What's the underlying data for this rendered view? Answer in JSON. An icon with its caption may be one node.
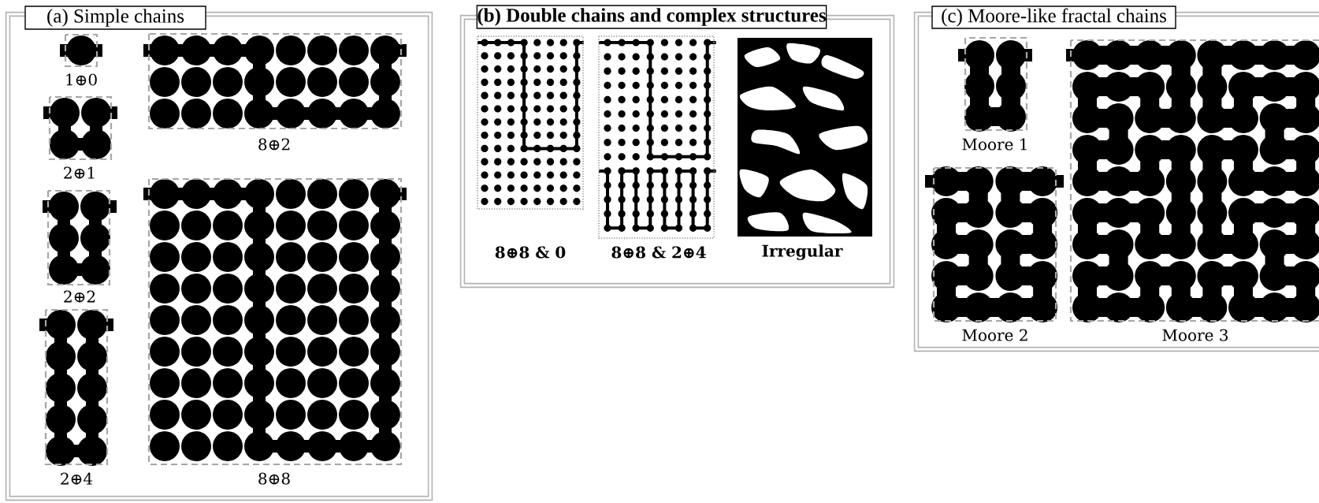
{
  "diagram": {
    "nodes": [
      {
        "text": [
          "(a) Simple chains"
        ]
      },
      {
        "text": [
          "1⊕0"
        ],
        "in": 0
      },
      {
        "text": [
          "2⊕1"
        ],
        "in": 0
      },
      {
        "text": [
          "2⊕2"
        ],
        "in": 0
      },
      {
        "text": [
          "2⊕4"
        ],
        "in": 0
      },
      {
        "text": [
          "8⊕2"
        ],
        "in": 0
      },
      {
        "text": [
          "8⊕8"
        ],
        "in": 0
      },
      {
        "text": [
          "(b) Double chains and complex structures"
        ]
      },
      {
        "text": [
          "8⊕8 & 0"
        ],
        "in": 7
      },
      {
        "text": [
          "8⊕8 & 2⊕4"
        ],
        "in": 7
      },
      {
        "text": [
          "Irregular"
        ],
        "in": 7
      },
      {
        "text": [
          "(c) Moore-like fractal chains"
        ]
      },
      {
        "text": [
          "Moore 1"
        ],
        "in": 11
      },
      {
        "text": [
          "Moore 2"
        ],
        "in": 11
      },
      {
        "text": [
          "Moore 3"
        ],
        "in": 11
      }
    ]
  }
}
